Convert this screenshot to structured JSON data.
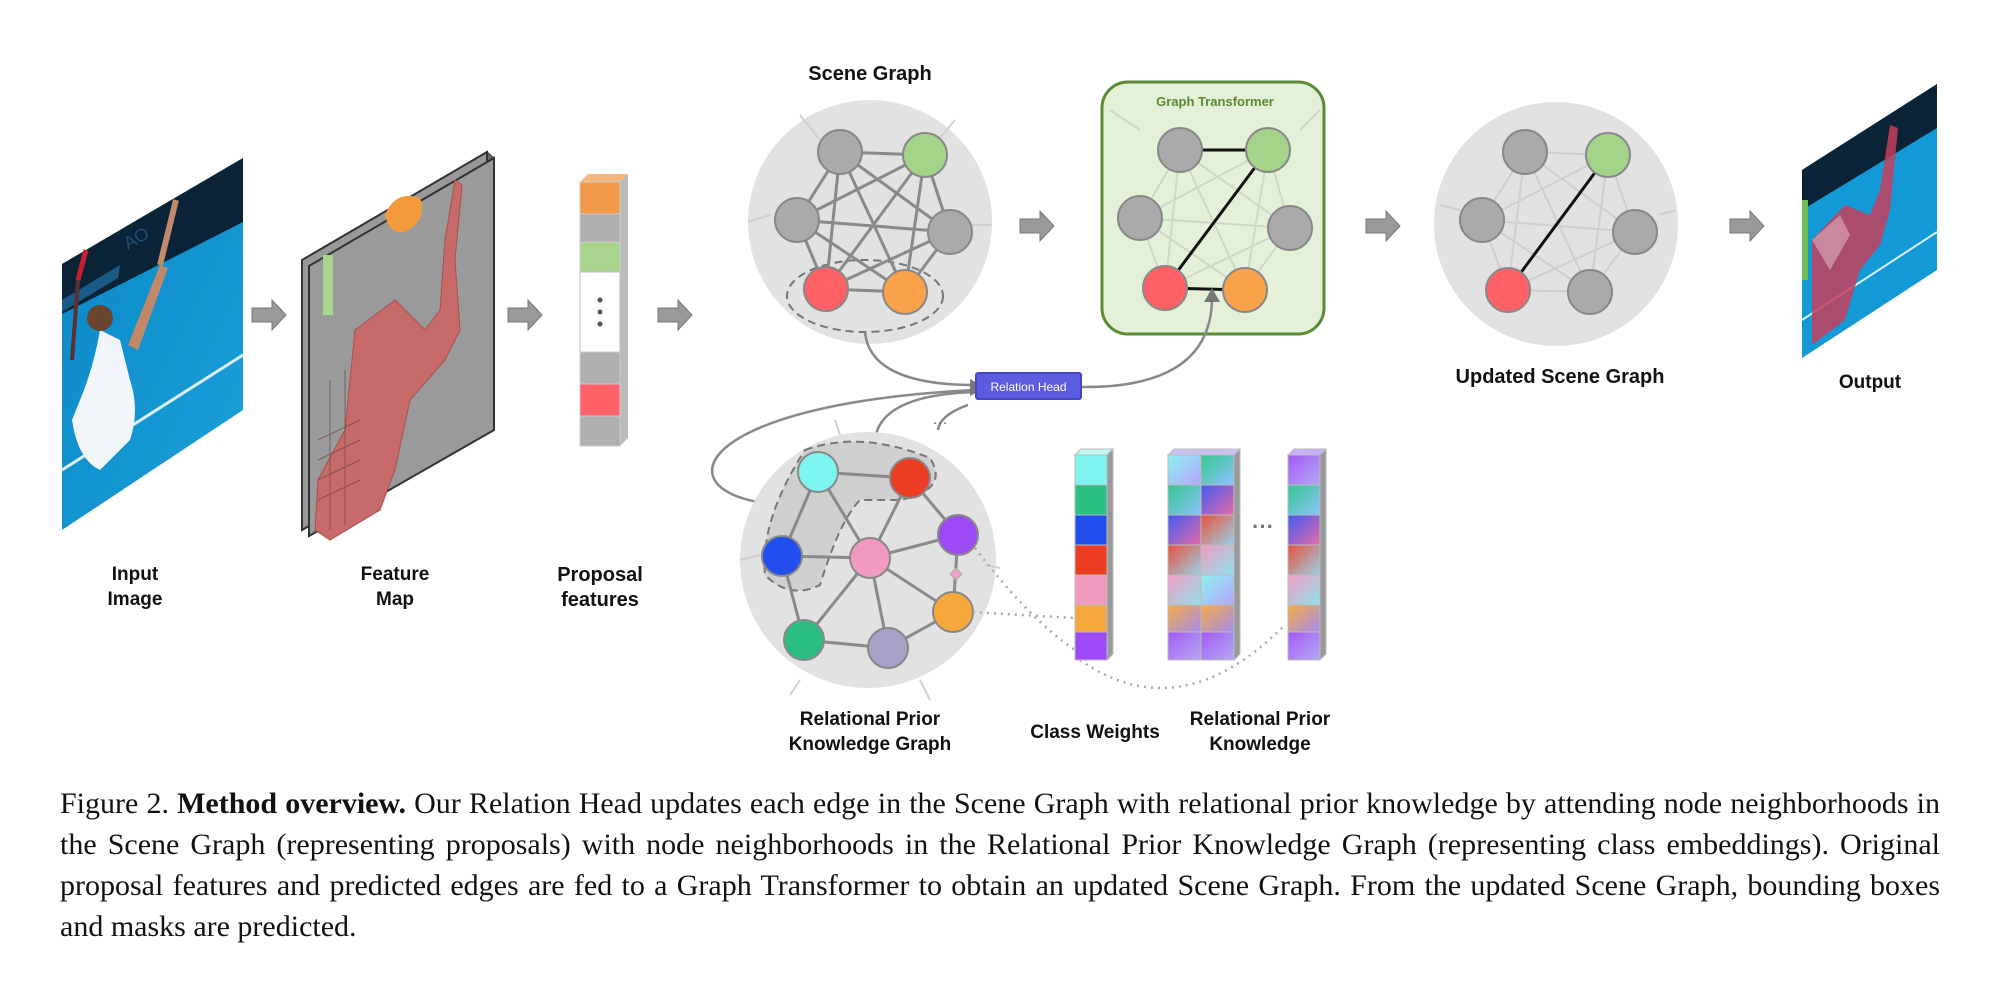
{
  "labels": {
    "input_image": [
      "Input",
      "Image"
    ],
    "feature_map": [
      "Feature",
      "Map"
    ],
    "proposal_features": [
      "Proposal",
      "features"
    ],
    "scene_graph": "Scene Graph",
    "graph_transformer": "Graph Transformer",
    "updated_scene_graph": "Updated Scene Graph",
    "output": "Output",
    "relation_head": "Relation Head",
    "relational_prior_knowledge_graph": [
      "Relational Prior",
      "Knowledge Graph"
    ],
    "class_weights": "Class Weights",
    "relational_prior_knowledge": [
      "Relational Prior",
      "Knowledge"
    ],
    "ellipsis": "…",
    "ellipsis_dots": "···"
  },
  "caption": {
    "prefix": "Figure 2. ",
    "title": "Method overview.",
    "body": "  Our Relation Head updates each edge in the Scene Graph with relational prior knowledge by attending node neighborhoods in the Scene Graph (representing proposals) with node neighborhoods in the Relational Prior Knowledge Graph (representing class embeddings). Original proposal features and predicted edges are fed to a Graph Transformer to obtain an updated Scene Graph. From the updated Scene Graph, bounding boxes and masks are predicted."
  },
  "colors": {
    "gray_node": "#aaaaaa",
    "green_node": "#a4d48a",
    "red_node": "#ff6166",
    "orange_node": "#f9a24a",
    "relation_head": "#5c5ce0",
    "graph_transformer_border": "#5a8a34",
    "graph_transformer_fill": "#e4f0d8",
    "graph_circle": "#e2e2e2",
    "cyan": "#7ff5f0",
    "teal": "#2cbf84",
    "blue": "#2250ef",
    "red": "#ea3d24",
    "pink": "#f09ac0",
    "orange": "#f6a93a",
    "purple": "#9b4af5",
    "lavender": "#a9a1c6"
  }
}
